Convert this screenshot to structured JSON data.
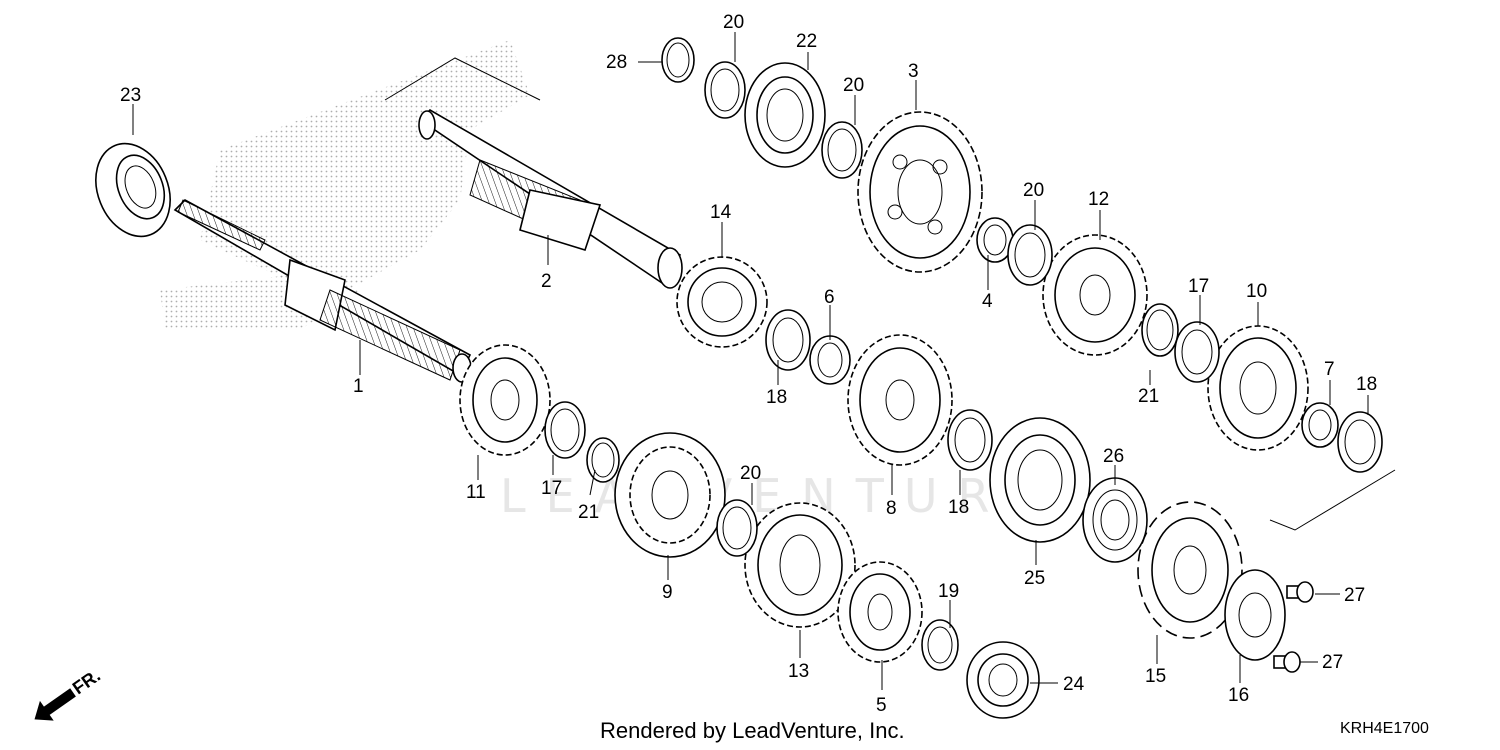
{
  "footer": {
    "credit": "Rendered by LeadVenture, Inc.",
    "diagram_code": "KRH4E1700",
    "watermark": "LEADVENTURE"
  },
  "direction_indicator": {
    "label": "FR."
  },
  "callouts": {
    "c1": "1",
    "c2": "2",
    "c3": "3",
    "c4": "4",
    "c5": "5",
    "c6": "6",
    "c7": "7",
    "c8": "8",
    "c9": "9",
    "c10": "10",
    "c11": "11",
    "c12": "12",
    "c13": "13",
    "c14": "14",
    "c15": "15",
    "c16": "16",
    "c17a": "17",
    "c17b": "17",
    "c18a": "18",
    "c18b": "18",
    "c18c": "18",
    "c19": "19",
    "c20a": "20",
    "c20b": "20",
    "c20c": "20",
    "c20d": "20",
    "c21a": "21",
    "c21b": "21",
    "c22": "22",
    "c23": "23",
    "c24": "24",
    "c25": "25",
    "c26": "26",
    "c27a": "27",
    "c27b": "27",
    "c28": "28"
  }
}
